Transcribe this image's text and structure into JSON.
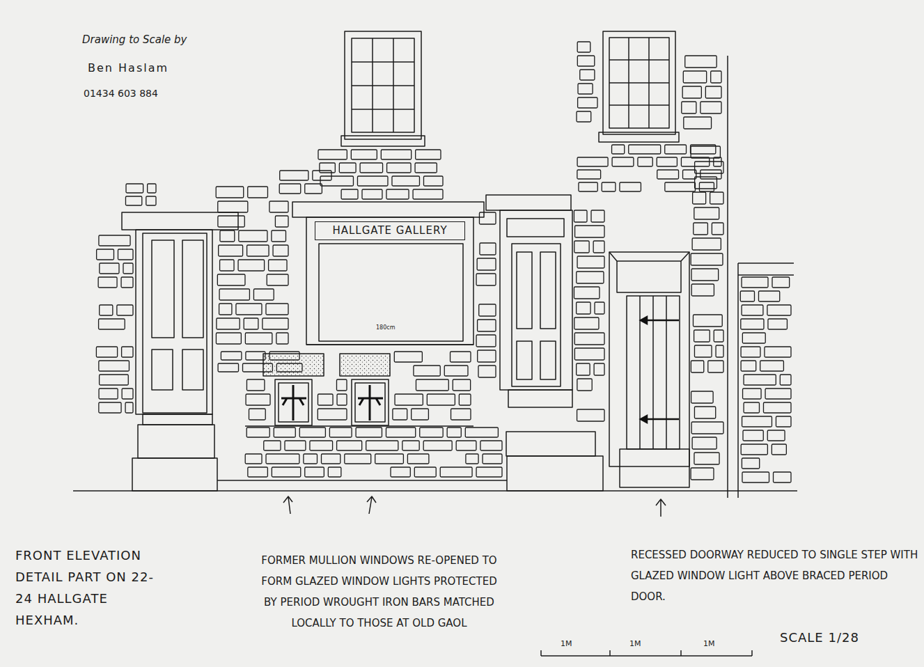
{
  "diagram": {
    "nodes": [
      {
        "text": [
          "HALLGATE GALLERY"
        ]
      }
    ],
    "labels": [
      "Drawing to Scale by",
      "Ben Haslam",
      "01434 603 884",
      "180cm",
      "FRONT ELEVATION DETAIL PART ON 22-24 HALLGATE HEXHAM.",
      "FORMER MULLION WINDOWS RE-OPENED TO FORM GLAZED WINDOW LIGHTS PROTECTED BY PERIOD WROUGHT IRON BARS MATCHED LOCALLY TO THOSE AT OLD GAOL",
      "RECESSED DOORWAY REDUCED TO SINGLE STEP WITH GLAZED WINDOW LIGHT ABOVE BRACED PERIOD DOOR.",
      "1M",
      "1M",
      "1M",
      "SCALE 1/28"
    ]
  }
}
